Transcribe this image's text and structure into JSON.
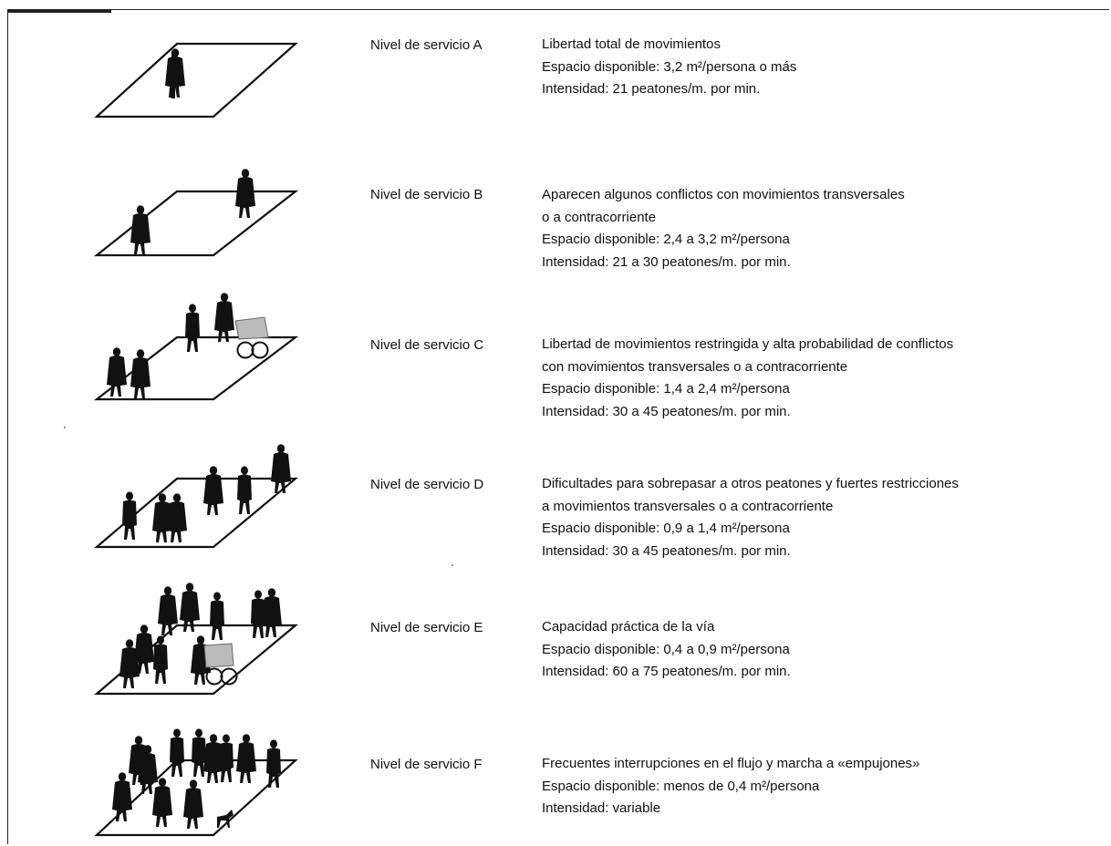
{
  "rows": [
    {
      "level": "Nivel de servicio A",
      "lines": [
        "Libertad total de movimientos",
        "Espacio disponible: 3,2 m²/persona o más",
        "Intensidad: 21 peatones/m. por min."
      ]
    },
    {
      "level": "Nivel de servicio B",
      "lines": [
        "Aparecen algunos conflictos con movimientos transversales",
        "o a contracorriente",
        "Espacio disponible: 2,4 a 3,2 m²/persona",
        "Intensidad: 21 a 30 peatones/m. por min."
      ]
    },
    {
      "level": "Nivel de servicio C",
      "lines": [
        "Libertad de movimientos restringida y alta probabilidad de conflictos",
        "con movimientos transversales o a contracorriente",
        "Espacio disponible: 1,4 a 2,4 m²/persona",
        "Intensidad: 30 a 45 peatones/m. por min."
      ]
    },
    {
      "level": "Nivel de servicio D",
      "lines": [
        "Dificultades para sobrepasar a otros peatones y fuertes restricciones",
        "a movimientos transversales o a contracorriente",
        "Espacio disponible: 0,9 a 1,4 m²/persona",
        "Intensidad: 30 a 45 peatones/m. por min."
      ]
    },
    {
      "level": "Nivel de servicio E",
      "lines": [
        "Capacidad práctica de la vía",
        "Espacio disponible: 0,4 a 0,9 m²/persona",
        "Intensidad: 60 a 75 peatones/m. por min."
      ]
    },
    {
      "level": "Nivel de servicio F",
      "lines": [
        "Frecuentes interrupciones en el flujo y marcha a «empujones»",
        "Espacio disponible: menos de 0,4 m²/persona",
        "Intensidad: variable"
      ]
    }
  ]
}
